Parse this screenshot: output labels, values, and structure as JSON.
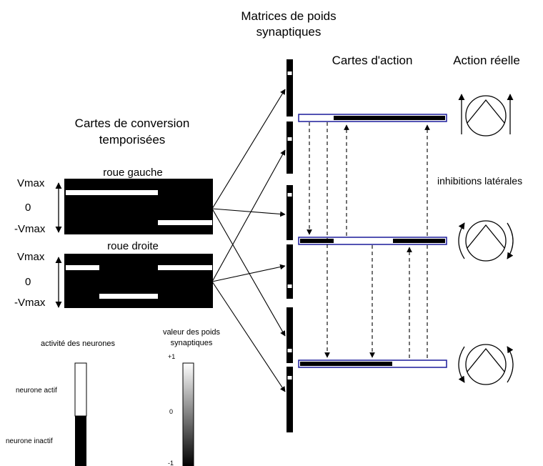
{
  "labels": {
    "weight_matrices": [
      "Matrices de poids",
      "synaptiques"
    ],
    "action_maps": "Cartes d'action",
    "real_action": "Action réelle",
    "conversion_maps": [
      "Cartes de conversion",
      "temporisées"
    ],
    "left_wheel": "roue gauche",
    "right_wheel": "roue droite",
    "vmax": "Vmax",
    "zero": "0",
    "neg_vmax": "-Vmax",
    "lateral_inhibitions": "inhibitions latérales",
    "neuron_activity": "activité des neurones",
    "weight_value": [
      "valeur des poids",
      "synaptiques"
    ],
    "active_neuron": "neurone actif",
    "inactive_neuron": "neurone inactif",
    "plus_one": "+1",
    "scale_zero": "0",
    "minus_one": "-1"
  },
  "colors": {
    "action_bar_border": "#1a1a9a",
    "neuron_inactive": "#000000",
    "neuron_active": "#ffffff"
  },
  "icons": [
    "forward-rotation-icon",
    "rotate-left-icon",
    "rotate-right-icon"
  ]
}
